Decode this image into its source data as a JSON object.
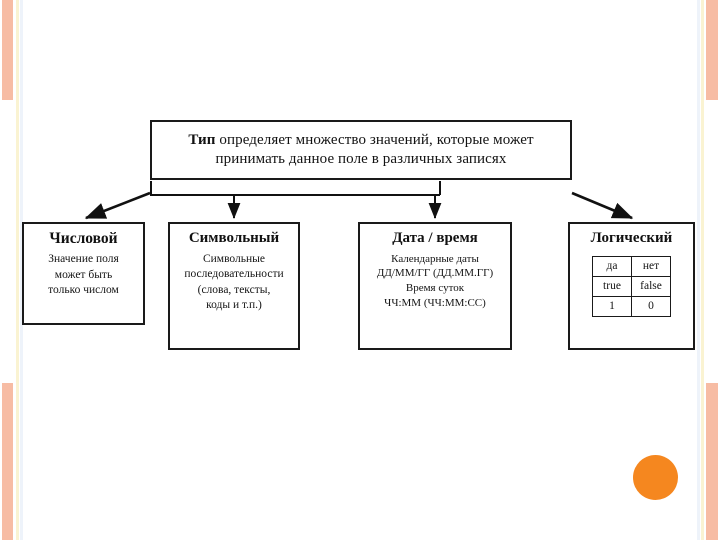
{
  "slide": {
    "background_color": "#ffffff",
    "accent_color": "#f5871f",
    "border_bar_color": "#f7bca4"
  },
  "header": {
    "text_bold": "Тип",
    "text_rest": " определяет множество значений, которые может принимать данное поле в различных записях"
  },
  "types": [
    {
      "id": "numeric",
      "title": "Числовой",
      "lines": [
        "Значение поля",
        "может быть",
        "только числом"
      ]
    },
    {
      "id": "char",
      "title": "Символьный",
      "lines": [
        "Символьные",
        "последовательности",
        "(слова, тексты,",
        "коды и т.п.)"
      ]
    },
    {
      "id": "date",
      "title": "Дата / время",
      "lines": [
        "Календарные даты",
        "ДД/ММ/ГГ (ДД.ММ.ГГ)",
        "Время суток",
        "ЧЧ:ММ (ЧЧ:ММ:СС)"
      ]
    },
    {
      "id": "bool",
      "title": "Логический",
      "lines": [],
      "table": [
        [
          "да",
          "нет"
        ],
        [
          "true",
          "false"
        ],
        [
          "1",
          "0"
        ]
      ]
    }
  ]
}
